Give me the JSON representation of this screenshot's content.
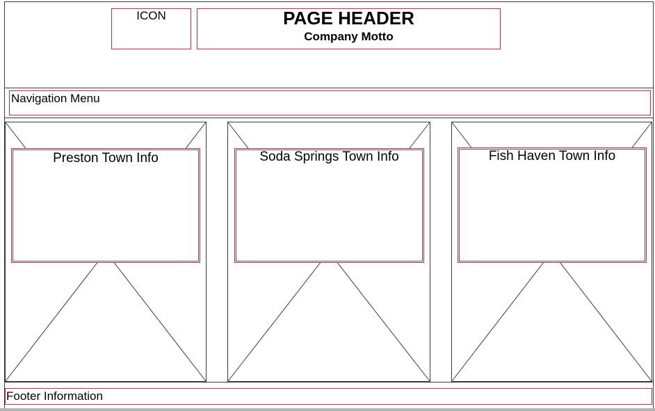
{
  "header": {
    "icon_label": "ICON",
    "title": "PAGE HEADER",
    "motto": "Company Motto"
  },
  "nav": {
    "label": "Navigation Menu"
  },
  "columns": [
    {
      "title": "Preston Town Info"
    },
    {
      "title": "Soda Springs Town Info"
    },
    {
      "title": "Fish Haven Town Info"
    }
  ],
  "footer": {
    "label": "Footer Information"
  },
  "colors": {
    "frame": "#3a3a3a",
    "accent_border": "#b03040",
    "bottom_bar": "#b5b5b5"
  }
}
